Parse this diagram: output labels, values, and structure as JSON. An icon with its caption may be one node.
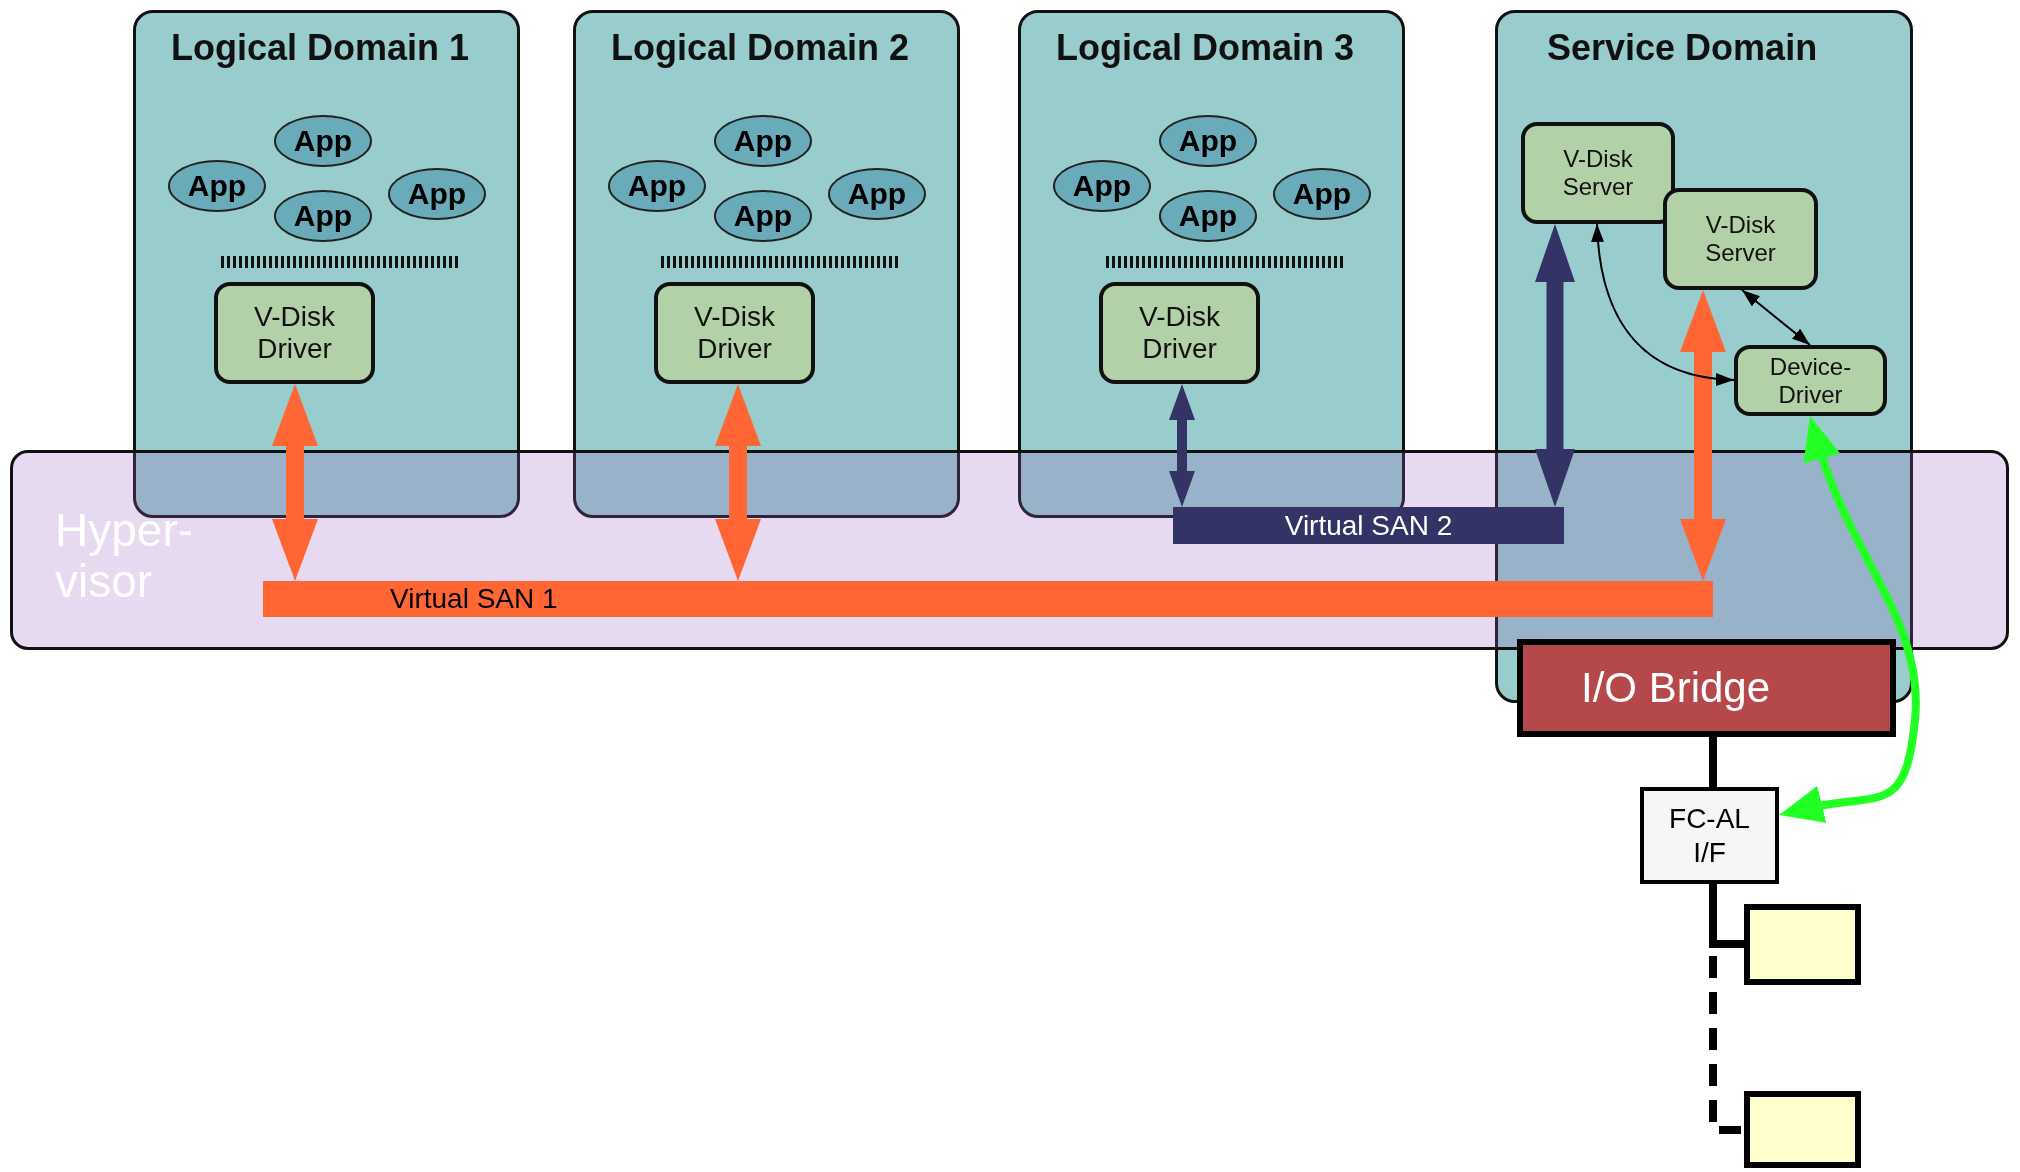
{
  "diagram": {
    "nodes": [
      {
        "text": [
          "Logical Domain 1"
        ]
      },
      {
        "text": [
          "App"
        ],
        "in": 0
      },
      {
        "text": [
          "App"
        ],
        "in": 0
      },
      {
        "text": [
          "App"
        ],
        "in": 0
      },
      {
        "text": [
          "App"
        ],
        "in": 0
      },
      {
        "text": [
          "V-Disk Driver"
        ],
        "in": 0
      },
      {
        "text": [
          "Logical Domain 2"
        ]
      },
      {
        "text": [
          "App"
        ],
        "in": 6
      },
      {
        "text": [
          "App"
        ],
        "in": 6
      },
      {
        "text": [
          "App"
        ],
        "in": 6
      },
      {
        "text": [
          "App"
        ],
        "in": 6
      },
      {
        "text": [
          "V-Disk Driver"
        ],
        "in": 6
      },
      {
        "text": [
          "Logical Domain 3"
        ]
      },
      {
        "text": [
          "App"
        ],
        "in": 12
      },
      {
        "text": [
          "App"
        ],
        "in": 12
      },
      {
        "text": [
          "App"
        ],
        "in": 12
      },
      {
        "text": [
          "App"
        ],
        "in": 12
      },
      {
        "text": [
          "V-Disk Driver"
        ],
        "in": 12
      },
      {
        "text": [
          "Service Domain"
        ]
      },
      {
        "text": [
          "V-Disk Server"
        ],
        "in": 18
      },
      {
        "text": [
          "V-Disk Server"
        ],
        "in": 18
      },
      {
        "text": [
          "Device- Driver"
        ],
        "in": 18
      },
      {
        "text": [
          "Hyper- visor"
        ]
      },
      {
        "text": [
          "Virtual SAN 2"
        ],
        "in": 22
      },
      {
        "text": [
          "Virtual SAN 1"
        ],
        "in": 22
      },
      {
        "text": [
          "I/O Bridge"
        ]
      },
      {
        "text": [
          "FC-AL I/F"
        ]
      },
      {
        "text": [],
        "shape": "box"
      },
      {
        "text": [],
        "shape": "box"
      }
    ],
    "edges": [
      {
        "from": 5,
        "to": 24,
        "arrow": "both",
        "style": "thick",
        "color": "#ff6633"
      },
      {
        "from": 11,
        "to": 24,
        "arrow": "both",
        "style": "thick",
        "color": "#ff6633"
      },
      {
        "from": 17,
        "to": 23,
        "arrow": "both",
        "color": "#333366"
      },
      {
        "from": 19,
        "to": 23,
        "arrow": "both",
        "style": "thick",
        "color": "#333366"
      },
      {
        "from": 24,
        "to": 20,
        "arrow": "both",
        "style": "thick",
        "color": "#ff6633"
      },
      {
        "from": 19,
        "to": 21,
        "arrow": "both"
      },
      {
        "from": 20,
        "to": 21,
        "arrow": "both"
      },
      {
        "from": 21,
        "to": 26,
        "arrow": "both",
        "color": "#22ff22"
      },
      {
        "from": 25,
        "to": 26,
        "arrow": "none"
      },
      {
        "from": 26,
        "to": 27,
        "arrow": "none"
      },
      {
        "from": 26,
        "to": 28,
        "arrow": "none",
        "style": "dashed"
      }
    ]
  }
}
